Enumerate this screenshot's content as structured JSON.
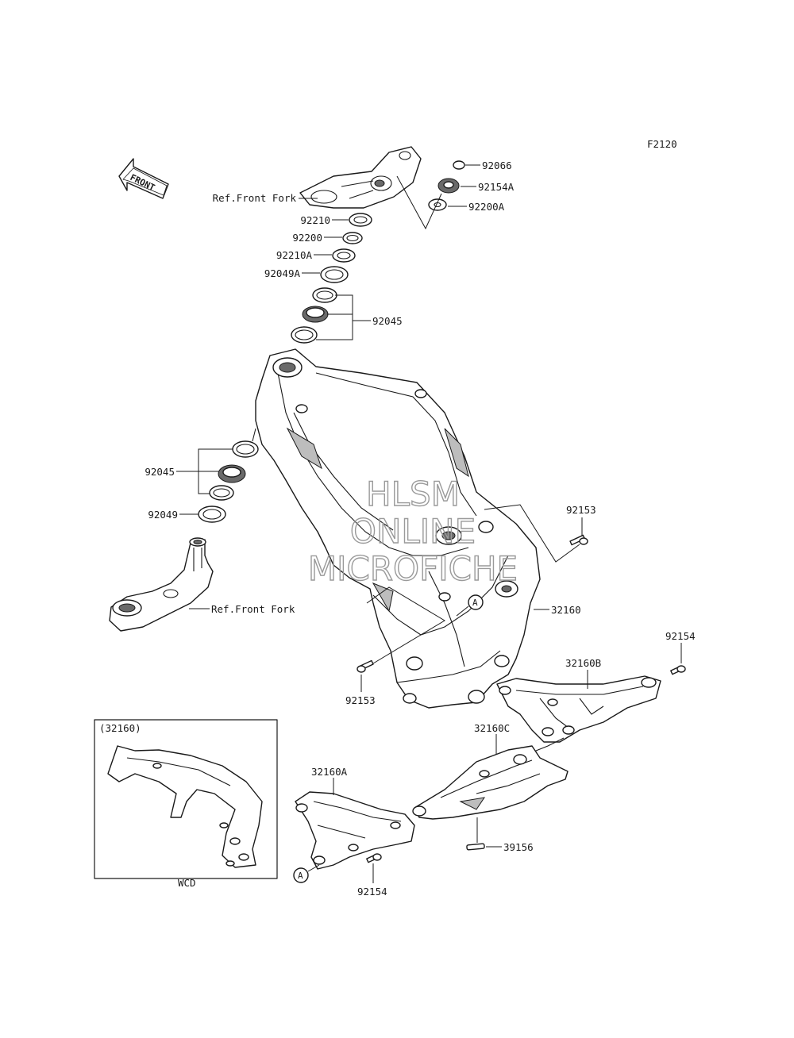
{
  "figure_code": "F2120",
  "front_arrow_label": "FRONT",
  "watermark": [
    "HLSM",
    "ONLINE",
    "MICROFICHE"
  ],
  "ref_label": "Ref.Front Fork",
  "circle_marker": "A",
  "inset": {
    "title": "(32160)",
    "caption": "WCD"
  },
  "parts": {
    "p92066": "92066",
    "p92154A": "92154A",
    "p92200A": "92200A",
    "p92210": "92210",
    "p92200": "92200",
    "p92210A": "92210A",
    "p92049A": "92049A",
    "p92045_top": "92045",
    "p92045_mid": "92045",
    "p92049": "92049",
    "p92153_right": "92153",
    "p32160": "32160",
    "p92154_right": "92154",
    "p32160B": "32160B",
    "p92153_left": "92153",
    "p32160C": "32160C",
    "p32160A": "32160A",
    "p39156": "39156",
    "p92154_bottom": "92154"
  }
}
